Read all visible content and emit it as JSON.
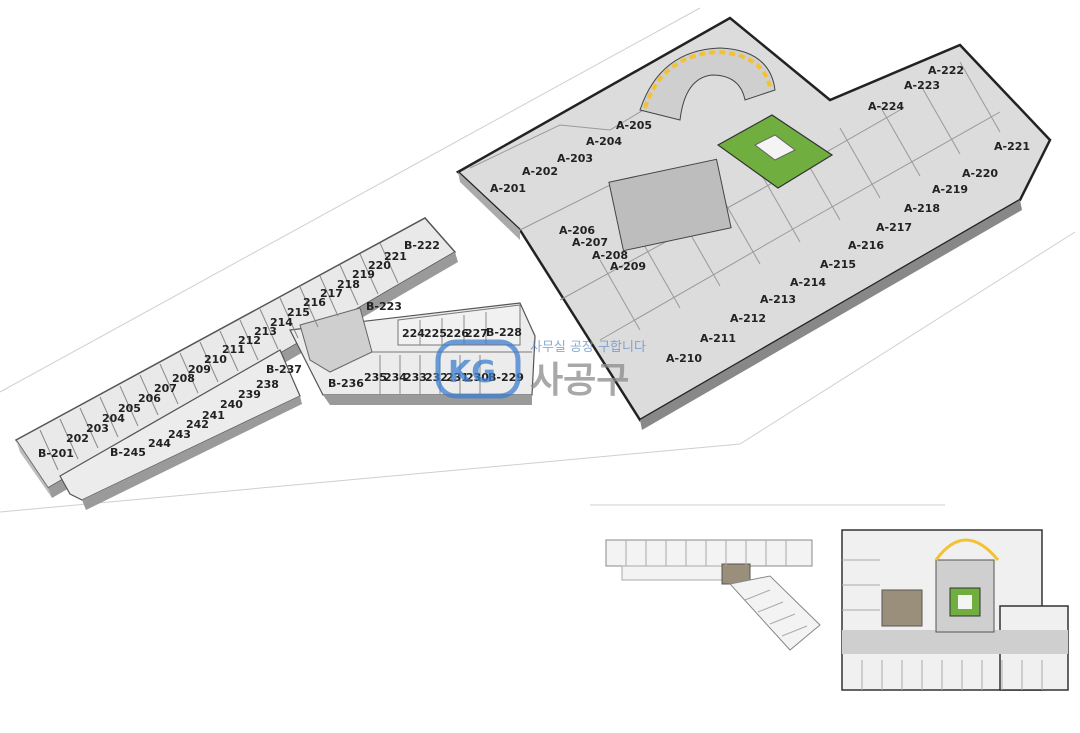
{
  "watermark": {
    "logo_text": "KG",
    "tagline": "사무실 공장 구합니다",
    "brand": "사공구",
    "colors": {
      "logo": "#3f7fcf",
      "brand": "#8a8a8a"
    }
  },
  "building_b": {
    "rooms": [
      "B-201",
      "202",
      "203",
      "204",
      "205",
      "206",
      "207",
      "208",
      "209",
      "210",
      "211",
      "212",
      "213",
      "214",
      "215",
      "216",
      "217",
      "218",
      "219",
      "220",
      "221",
      "B-222",
      "B-223",
      "224",
      "225",
      "226",
      "227",
      "B-228",
      "B-229",
      "230",
      "231",
      "232",
      "233",
      "234",
      "235",
      "B-236",
      "B-237",
      "238",
      "239",
      "240",
      "241",
      "242",
      "243",
      "244",
      "B-245"
    ]
  },
  "building_a": {
    "rooms": [
      "A-201",
      "A-202",
      "A-203",
      "A-204",
      "A-205",
      "A-206",
      "A-207",
      "A-208",
      "A-209",
      "A-210",
      "A-211",
      "A-212",
      "A-213",
      "A-214",
      "A-215",
      "A-216",
      "A-217",
      "A-218",
      "A-219",
      "A-220",
      "A-221",
      "A-222",
      "A-223",
      "A-224"
    ]
  },
  "colors": {
    "courtyard": "#6fae3f",
    "ramp": "#f2c233",
    "floor": "#d8d8d8",
    "wall": "#2a2a2a"
  }
}
